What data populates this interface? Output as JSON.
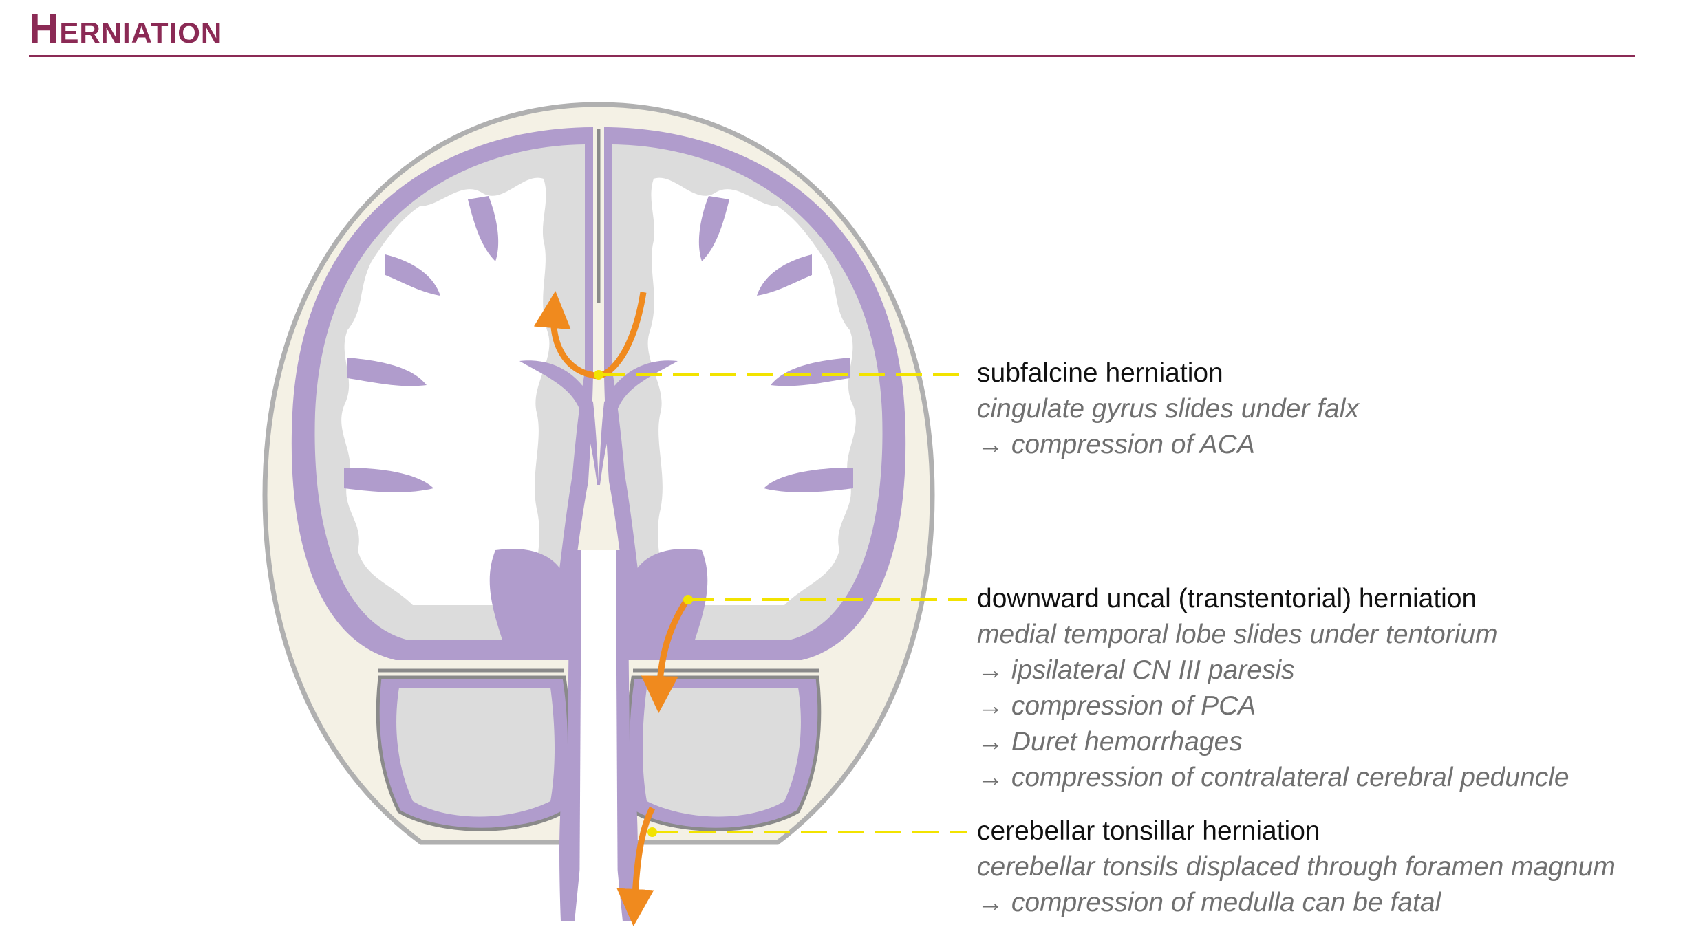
{
  "title": "Herniation",
  "colors": {
    "title": "#8b2a55",
    "skull_fill": "#f4f1e5",
    "skull_outline": "#b0b0b0",
    "meninges_purple": "#b09ccc",
    "brain_gray": "#dcdcdc",
    "white_matter": "#ffffff",
    "arrow_orange": "#f08a1e",
    "leader_yellow": "#f2e300"
  },
  "labels": [
    {
      "title": "subfalcine herniation",
      "lines": [
        "cingulate gyrus slides under falx",
        "→ compression of ACA"
      ]
    },
    {
      "title": "downward uncal (transtentorial) herniation",
      "lines": [
        "medial temporal lobe slides under tentorium",
        "→ ipsilateral CN III paresis",
        "→ compression of PCA",
        "→ Duret hemorrhages",
        "→ compression of contralateral cerebral peduncle"
      ]
    },
    {
      "title": "cerebellar tonsillar herniation",
      "lines": [
        "cerebellar tonsils displaced through foramen magnum",
        "→ compression of medulla can be fatal"
      ]
    }
  ]
}
